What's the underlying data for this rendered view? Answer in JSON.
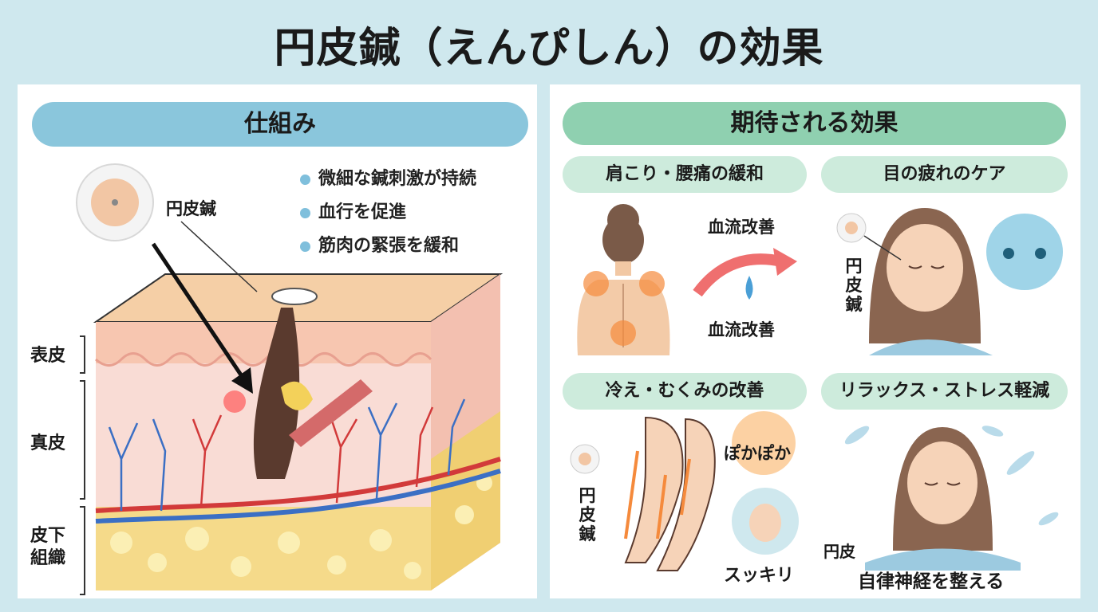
{
  "title": "円皮鍼（えんぴしん）の効果",
  "left": {
    "header": "仕組み",
    "bullets": [
      "微細な鍼刺激が持続",
      "血行を促進",
      "筋肉の緊張を緩和"
    ],
    "patch_label": "円皮鍼",
    "layers": {
      "epidermis": "表皮",
      "dermis": "真皮",
      "subcutaneous_line1": "皮下",
      "subcutaneous_line2": "組織"
    }
  },
  "right": {
    "header": "期待される効果",
    "cards": {
      "shoulder": {
        "title": "肩こり・腰痛の緩和",
        "label_top": "血流改善",
        "label_bottom": "血流改善"
      },
      "eye": {
        "title": "目の疲れのケア",
        "vlabel": [
          "円",
          "皮",
          "鍼"
        ]
      },
      "cold": {
        "title": "冷え・むくみの改善",
        "warm": "ぽかぽか",
        "refresh": "スッキリ",
        "vlabel": [
          "円",
          "皮",
          "鍼"
        ]
      },
      "relax": {
        "title": "リラックス・ストレス軽減",
        "patch": "円皮",
        "caption": "自律神経を整える"
      }
    }
  },
  "colors": {
    "background": "#cfe8ee",
    "pill_blue": "#8ac6dc",
    "pill_green": "#8fd0b0",
    "pill_sub": "#cdebdc",
    "bullet": "#7fbfdc",
    "warm": "#f58a3c",
    "arrow": "#ef6f6f"
  }
}
